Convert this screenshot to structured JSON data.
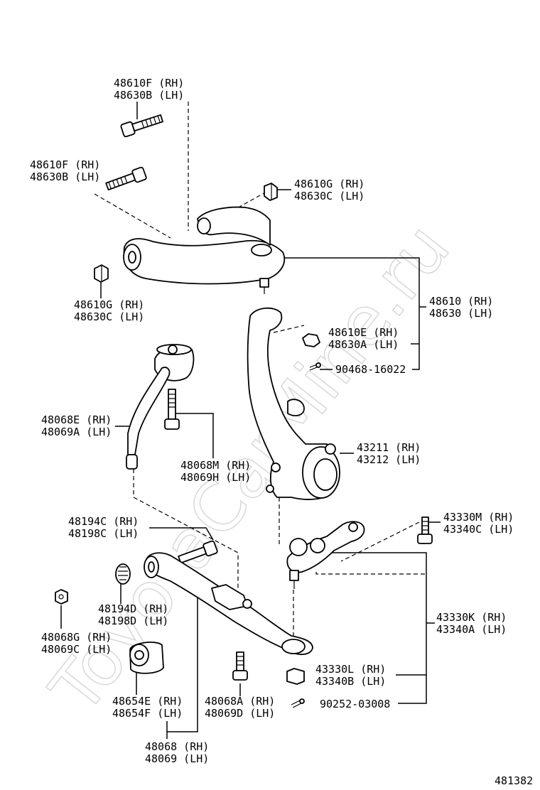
{
  "watermark": "ToyotaCarMine.ru",
  "figure_id": "481382",
  "labels": {
    "upper_bolt_top": [
      "48610F (RH)",
      "48630B (LH)"
    ],
    "upper_bolt_mid": [
      "48610F (RH)",
      "48630B (LH)"
    ],
    "upper_nut_right": [
      "48610G (RH)",
      "48630C (LH)"
    ],
    "upper_nut_left": [
      "48610G (RH)",
      "48630C (LH)"
    ],
    "upper_arm": [
      "48610 (RH)",
      "48630 (LH)"
    ],
    "upper_arm_nut": [
      "48610E (RH)",
      "48630A (LH)"
    ],
    "cotter_pin_upper": [
      "90468-16022"
    ],
    "strut_rod": [
      "48068E (RH)",
      "48069A (LH)"
    ],
    "strut_bolt": [
      "48068M (RH)",
      "48069H (LH)"
    ],
    "knuckle": [
      "43211 (RH)",
      "43212 (LH)"
    ],
    "ball_joint_bolt": [
      "43330M (RH)",
      "43340C (LH)"
    ],
    "cam_bolt": [
      "48194C (RH)",
      "48198C (LH)"
    ],
    "cam_plate": [
      "48194D (RH)",
      "48198D (LH)"
    ],
    "lower_nut": [
      "48068G (RH)",
      "48069C (LH)"
    ],
    "ball_joint": [
      "43330K (RH)",
      "43340A (LH)"
    ],
    "ball_joint_nut": [
      "43330L (RH)",
      "43340B (LH)"
    ],
    "bushing": [
      "48654E (RH)",
      "48654F (LH)"
    ],
    "lower_bolt": [
      "48068A (RH)",
      "48069D (LH)"
    ],
    "cotter_pin_lower": [
      "90252-03008"
    ],
    "lower_arm": [
      "48068 (RH)",
      "48069 (LH)"
    ]
  }
}
